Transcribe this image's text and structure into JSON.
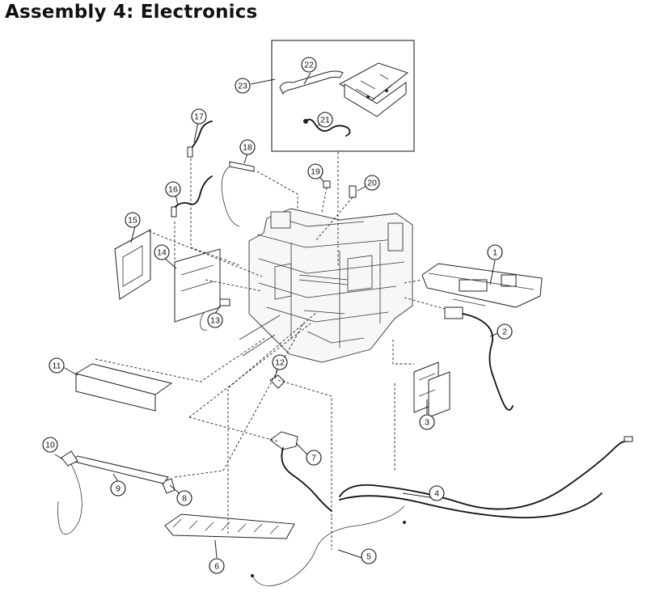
{
  "title": "Assembly 4: Electronics",
  "callouts": [
    {
      "id": "1",
      "label": "1"
    },
    {
      "id": "2",
      "label": "2"
    },
    {
      "id": "3",
      "label": "3"
    },
    {
      "id": "4",
      "label": "4"
    },
    {
      "id": "5",
      "label": "5"
    },
    {
      "id": "6",
      "label": "6"
    },
    {
      "id": "7",
      "label": "7"
    },
    {
      "id": "8",
      "label": "8"
    },
    {
      "id": "9",
      "label": "9"
    },
    {
      "id": "10",
      "label": "10"
    },
    {
      "id": "11",
      "label": "11"
    },
    {
      "id": "12",
      "label": "12"
    },
    {
      "id": "13",
      "label": "13"
    },
    {
      "id": "14",
      "label": "14"
    },
    {
      "id": "15",
      "label": "15"
    },
    {
      "id": "16",
      "label": "16"
    },
    {
      "id": "17",
      "label": "17"
    },
    {
      "id": "18",
      "label": "18"
    },
    {
      "id": "19",
      "label": "19"
    },
    {
      "id": "20",
      "label": "20"
    },
    {
      "id": "21",
      "label": "21"
    },
    {
      "id": "22",
      "label": "22"
    },
    {
      "id": "23",
      "label": "23"
    }
  ]
}
